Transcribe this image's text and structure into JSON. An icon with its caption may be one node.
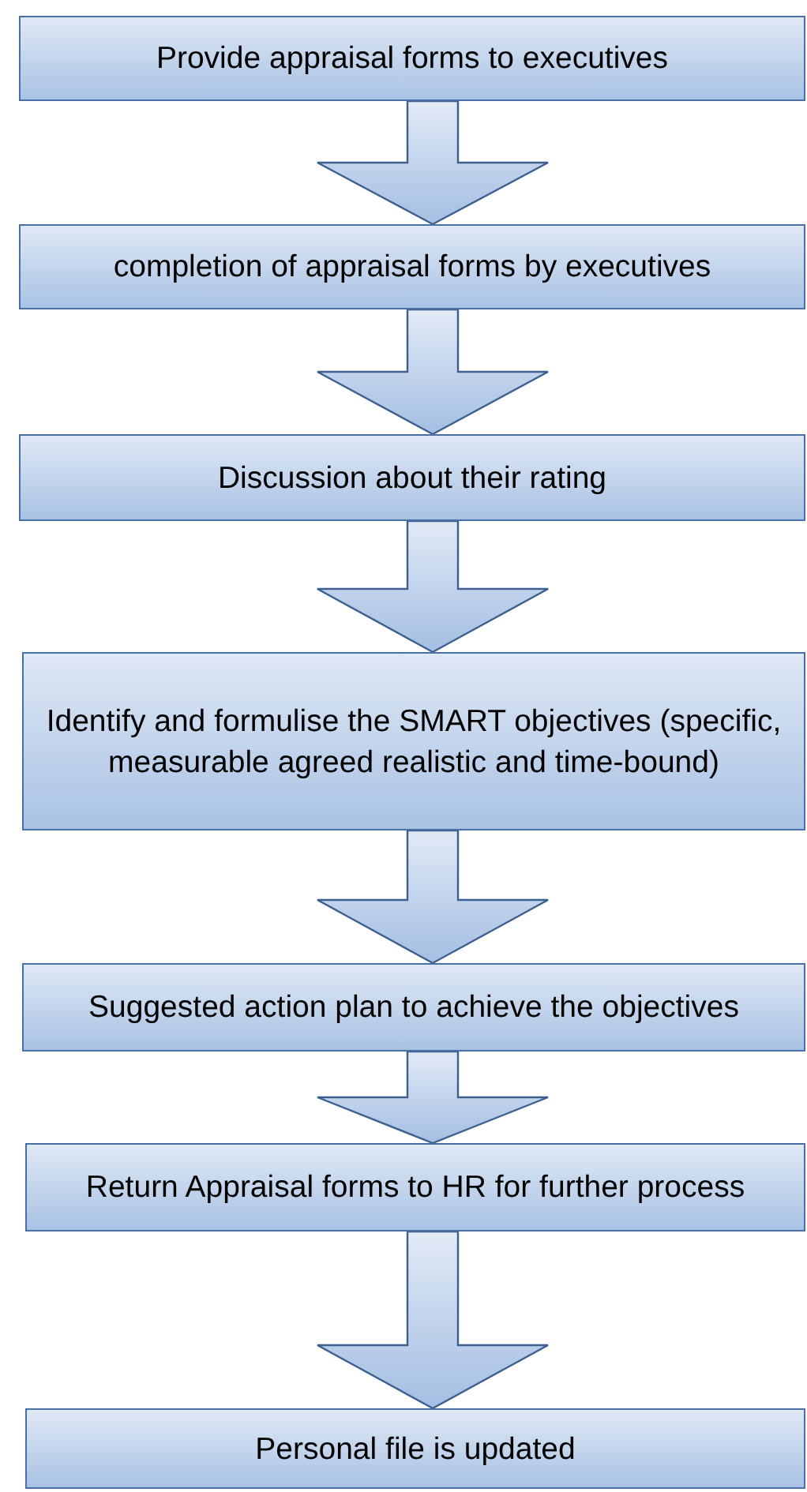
{
  "diagram": {
    "nodes": [
      {
        "text": [
          "Provide appraisal forms to executives"
        ]
      },
      {
        "text": [
          "completion of appraisal forms by executives"
        ]
      },
      {
        "text": [
          "Discussion about their rating"
        ]
      },
      {
        "text": [
          "Identify and formulise the SMART objectives (specific, measurable agreed realistic and time-bound)"
        ]
      },
      {
        "text": [
          "Suggested action plan to achieve the objectives"
        ]
      },
      {
        "text": [
          "Return Appraisal forms to HR for further process"
        ]
      },
      {
        "text": [
          "Personal file is updated"
        ]
      }
    ],
    "edges": [
      {
        "from": 0,
        "to": 1,
        "arrow": "to"
      },
      {
        "from": 1,
        "to": 2,
        "arrow": "to"
      },
      {
        "from": 2,
        "to": 3,
        "arrow": "to"
      },
      {
        "from": 3,
        "to": 4,
        "arrow": "to"
      },
      {
        "from": 4,
        "to": 5,
        "arrow": "to"
      },
      {
        "from": 5,
        "to": 6,
        "arrow": "to"
      }
    ]
  }
}
